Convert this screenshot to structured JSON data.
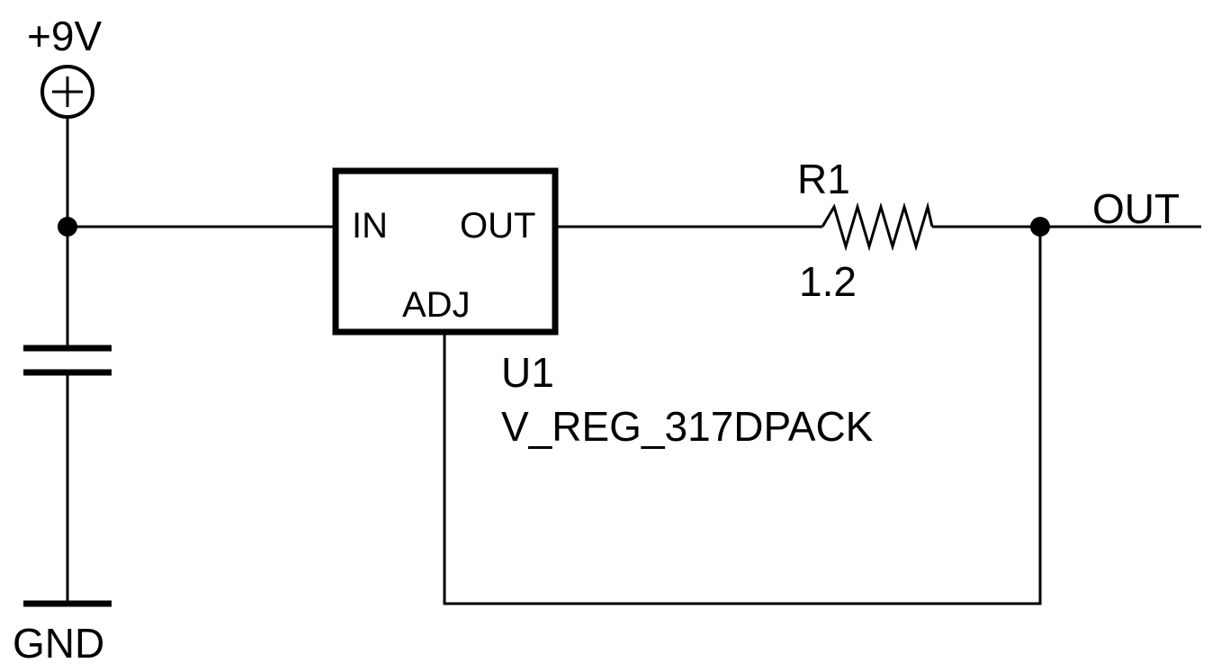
{
  "power": {
    "supply_label": "+9V",
    "ground_label": "GND"
  },
  "regulator": {
    "pin_in": "IN",
    "pin_out": "OUT",
    "pin_adj": "ADJ",
    "refdes": "U1",
    "part": "V_REG_317DPACK"
  },
  "resistor": {
    "refdes": "R1",
    "value": "1.2"
  },
  "net": {
    "output_label": "OUT"
  }
}
